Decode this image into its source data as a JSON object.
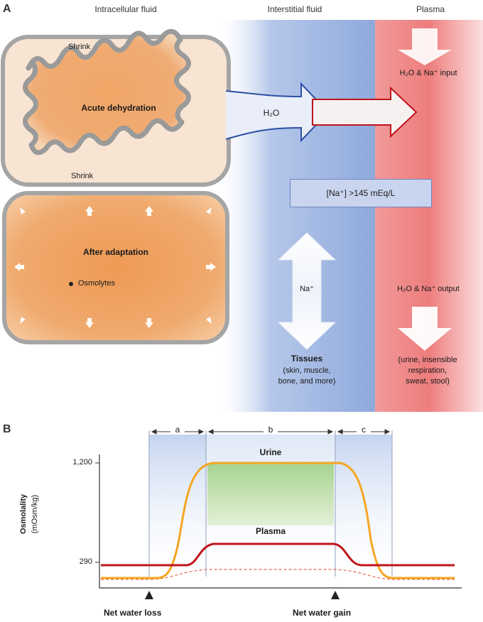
{
  "panel_a": {
    "letter": "A",
    "headers": {
      "intracellular": "Intracellular fluid",
      "interstitial": "Interstitial fluid",
      "plasma": "Plasma"
    },
    "shrink_top": "Shrink",
    "shrink_bottom": "Shrink",
    "acute_label": "Acute dehydration",
    "water_label": "H₂O",
    "plasma_input": "H₂O & Na⁺ input",
    "na_box": "[Na⁺] >145 mEq/L",
    "adaptation_label": "After adaptation",
    "osmolytes_label": "Osmolytes",
    "na_arrow": "Na⁺",
    "plasma_output": "H₂O & Na⁺ output",
    "tissues_title": "Tissues",
    "tissues_sub": [
      "(skin, muscle,",
      "bone, and more)"
    ],
    "plasma_output_routes": [
      "(urine, insensible",
      "respiration,",
      "sweat, stool)"
    ]
  },
  "panel_b": {
    "letter": "B",
    "phase_labels": [
      "a",
      "b",
      "c"
    ],
    "urine_label": "Urine",
    "plasma_label": "Plasma",
    "ylabel": "Osmolality",
    "yunit": "(mOsm/kg)",
    "events": [
      "Net water loss",
      "Net water gain"
    ]
  },
  "chart_data": {
    "type": "line",
    "ylabel": "Osmolality (mOsm/kg)",
    "y_ticks": [
      "1,200",
      "290"
    ],
    "phases": [
      "a",
      "b",
      "c"
    ],
    "events": [
      "Net water loss",
      "Net water gain"
    ],
    "series": [
      {
        "name": "Urine",
        "color": "#f5a623",
        "shape": "low-rise-plateau-fall",
        "plateau_y": 1200
      },
      {
        "name": "Plasma",
        "color": "#c0141b",
        "shape": "baseline-bump-baseline",
        "baseline_y": 290
      }
    ]
  },
  "colors": {
    "cell_fill": "#f0a060",
    "cell_border": "#9a9a9a",
    "interstitial": "#aec3e6",
    "plasma_column": "#ef8585",
    "urine_line": "#f5a623",
    "plasma_line": "#c0141b"
  }
}
